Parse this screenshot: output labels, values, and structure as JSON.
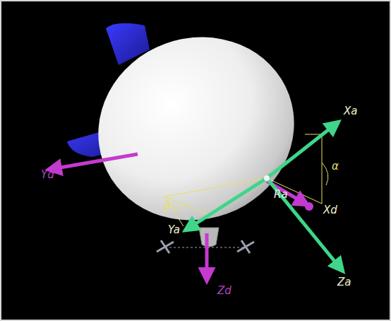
{
  "diagram": {
    "labels": [
      "Yd",
      "Xa",
      "α",
      "Ra",
      "Xd",
      "β",
      "Ya",
      "Zd",
      "Za"
    ]
  }
}
